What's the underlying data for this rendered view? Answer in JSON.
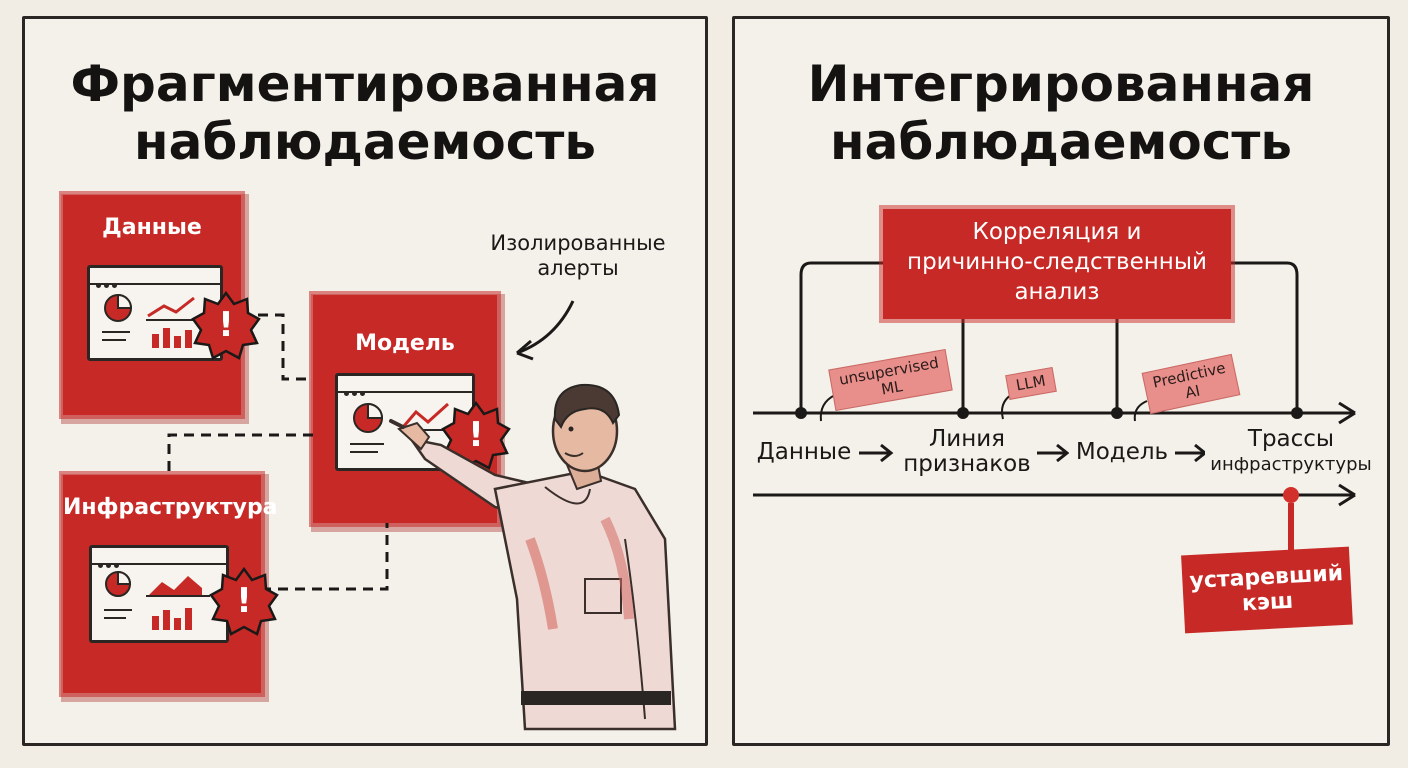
{
  "left": {
    "title_line1": "Фрагментированная",
    "title_line2": "наблюдаемость",
    "box_data": "Данные",
    "box_model": "Модель",
    "box_infra": "Инфраструктура",
    "callout_line1": "Изолированные",
    "callout_line2": "алерты",
    "alert_glyph": "!"
  },
  "right": {
    "title_line1": "Интегрированная",
    "title_line2": "наблюдаемость",
    "correlation_line1": "Корреляция и",
    "correlation_line2": "причинно-следственный",
    "correlation_line3": "анализ",
    "stages": {
      "data": "Данные",
      "features_line1": "Линия",
      "features_line2": "признаков",
      "model": "Модель",
      "traces_line1": "Трассы",
      "traces_line2": "инфраструктуры"
    },
    "tags": {
      "unsupervised_line1": "unsupervised",
      "unsupervised_line2": "ML",
      "llm": "LLM",
      "predictive_line1": "Predictive",
      "predictive_line2": "AI"
    },
    "cache_line1": "устаревший",
    "cache_line2": "кэш"
  },
  "colors": {
    "accent_red": "#c72a26",
    "tag_pink": "#e88f8b",
    "ink": "#1b1917",
    "paper": "#f4f1ea"
  },
  "icons": [
    "alert-burst-icon",
    "pie-chart-icon",
    "line-chart-icon",
    "bar-chart-icon",
    "arrow-icon"
  ]
}
